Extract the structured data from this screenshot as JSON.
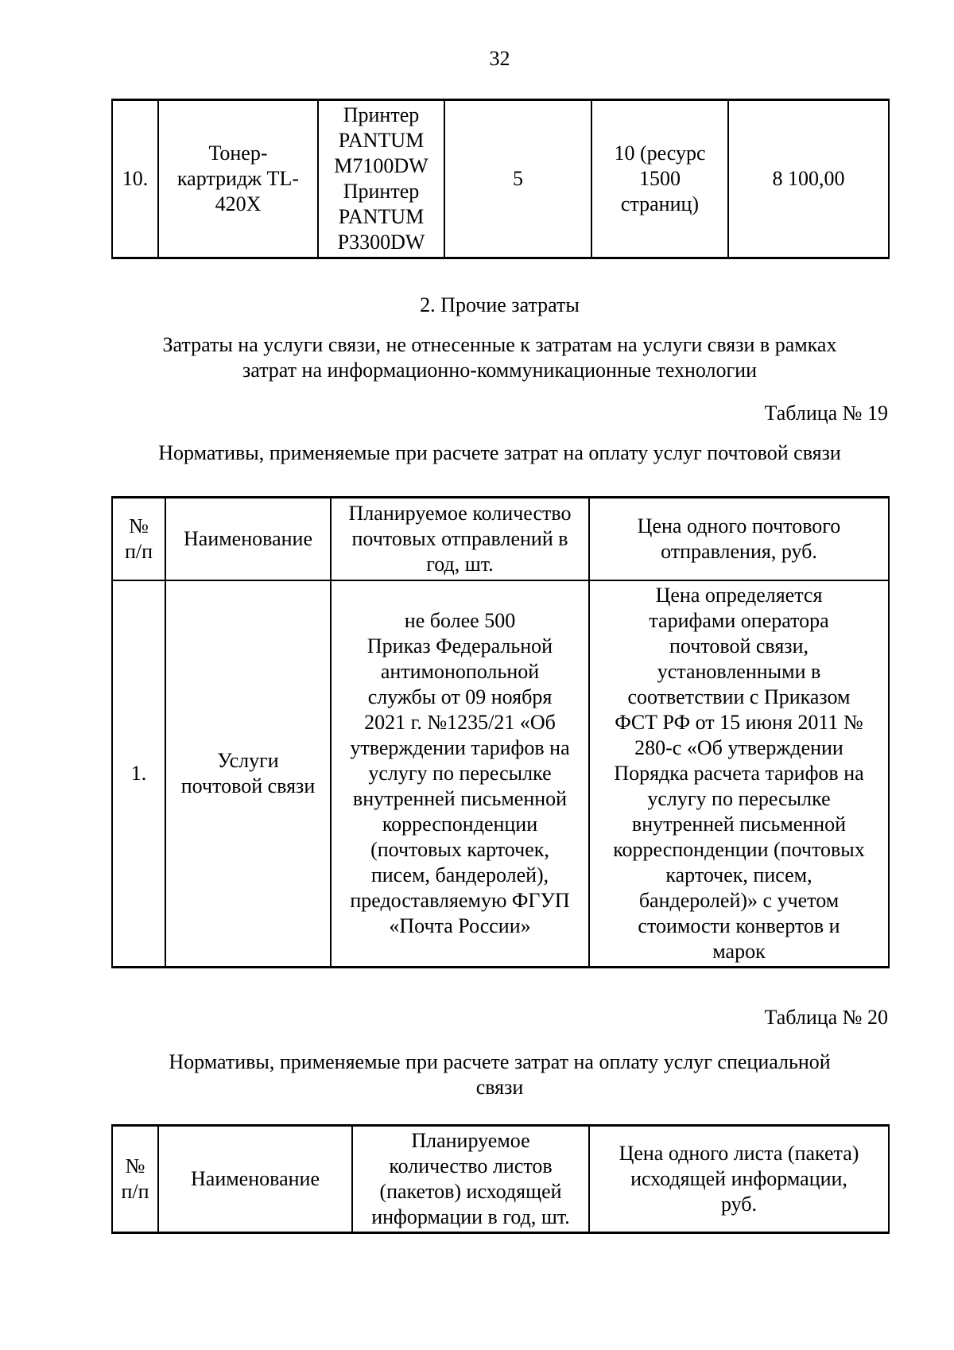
{
  "page": {
    "number": "32"
  },
  "top_table": {
    "row": {
      "num": "10.",
      "name": "Тонер-\nкартридж TL-\n420X",
      "device": "Принтер\nPANTUM\nM7100DW\nПринтер\nPANTUM\nP3300DW",
      "qty": "5",
      "resource": "10 (ресурс\n1500\nстраниц)",
      "price": "8 100,00"
    }
  },
  "section": {
    "heading": "2. Прочие затраты",
    "intro": "Затраты на услуги связи, не отнесенные к затратам на услуги связи в рамках\nзатрат на информационно-коммуникационные технологии"
  },
  "table19": {
    "label": "Таблица № 19",
    "caption": "Нормативы, применяемые при расчете затрат на оплату услуг почтовой связи",
    "headers": {
      "num": "№\nп/п",
      "name": "Наименование",
      "plan": "Планируемое количество\nпочтовых отправлений в\nгод, шт.",
      "price": "Цена одного почтового\nотправления, руб."
    },
    "row": {
      "num": "1.",
      "name": "Услуги\nпочтовой связи",
      "plan": "не более 500\nПриказ Федеральной\nантимонопольной\nслужбы от 09 ноября\n2021 г. №1235/21 «Об\nутверждении тарифов на\nуслугу по пересылке\nвнутренней письменной\nкорреспонденции\n(почтовых карточек,\nписем, бандеролей),\nпредоставляемую ФГУП\n«Почта России»",
      "price": "Цена определяется\nтарифами оператора\nпочтовой связи,\nустановленными в\nсоответствии с Приказом\nФСТ РФ от 15 июня 2011 №\n280-с «Об утверждении\nПорядка расчета тарифов на\nуслугу по пересылке\nвнутренней письменной\nкорреспонденции (почтовых\nкарточек, писем,\nбандеролей)» с учетом\nстоимости конвертов и\nмарок"
    }
  },
  "table20": {
    "label": "Таблица № 20",
    "caption": "Нормативы, применяемые при расчете затрат на оплату услуг специальной\nсвязи",
    "headers": {
      "num": "№\nп/п",
      "name": "Наименование",
      "plan": "Планируемое\nколичество листов\n(пакетов) исходящей\nинформации в год, шт.",
      "price": "Цена одного листа (пакета)\nисходящей информации,\nруб."
    }
  }
}
